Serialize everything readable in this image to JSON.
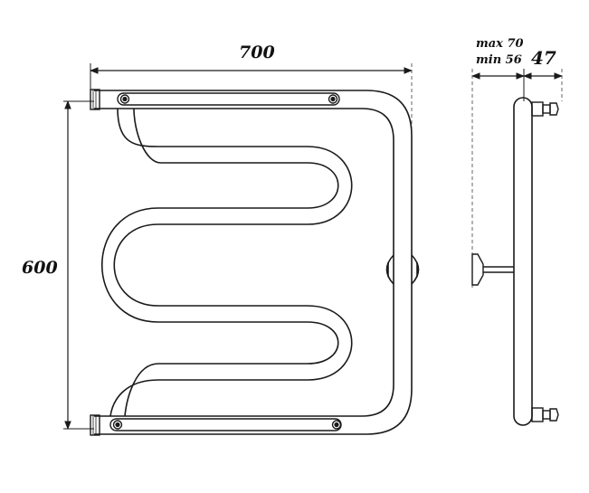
{
  "drawing": {
    "dimensions": {
      "width": "700",
      "height": "600",
      "offset_max": "max 70",
      "offset_min": "min 56",
      "depth": "47"
    },
    "colors": {
      "line": "#1a1a1a",
      "dash": "#666666",
      "background": "#ffffff"
    }
  }
}
